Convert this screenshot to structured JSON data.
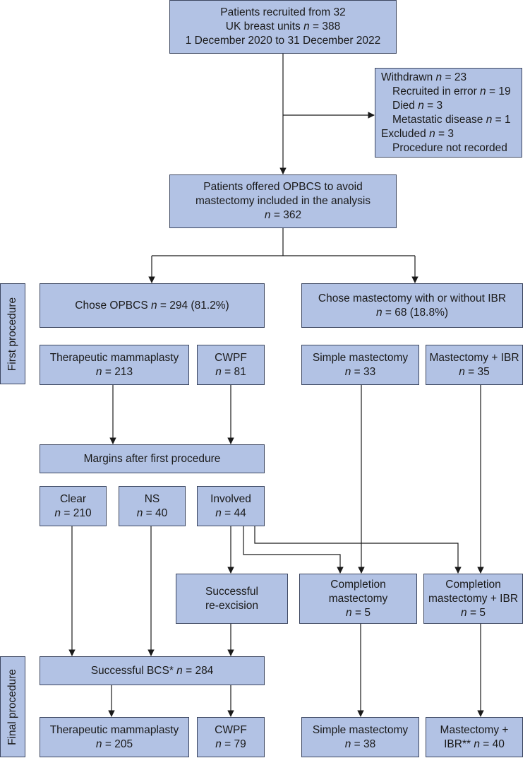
{
  "side_labels": {
    "first": "First procedure",
    "final": "Final procedure"
  },
  "recruited": {
    "line1": "Patients recruited from 32",
    "line2_pre": "UK breast units ",
    "n": "n",
    "line2_post": " = 388",
    "line3": "1 December 2020 to 31 December 2022"
  },
  "withdrawn": {
    "withdrawn_pre": "Withdrawn ",
    "withdrawn_post": " = 23",
    "error_pre": "Recruited in error ",
    "error_post": " = 19",
    "died_pre": "Died ",
    "died_post": " = 3",
    "meta_pre": "Metastatic disease ",
    "meta_post": " = 1",
    "excluded_pre": "Excluded ",
    "excluded_post": " = 3",
    "not_recorded": "Procedure not recorded"
  },
  "offered": {
    "line1": "Patients offered OPBCS to avoid",
    "line2": "mastectomy included in the analysis",
    "line3_post": " = 362"
  },
  "chose_opbcs": {
    "pre": "Chose OPBCS ",
    "post": " = 294 (81.2%)"
  },
  "chose_mastectomy": {
    "line1": "Chose mastectomy with or without IBR",
    "line2_post": " = 68 (18.8%)"
  },
  "therapeutic_first": {
    "line1": "Therapeutic mammaplasty",
    "line2_post": " = 213"
  },
  "cwpf_first": {
    "line1": "CWPF",
    "line2_post": " = 81"
  },
  "simple_first": {
    "line1": "Simple mastectomy",
    "line2_post": " = 33"
  },
  "ibr_first": {
    "line1": "Mastectomy + IBR",
    "line2_post": " = 35"
  },
  "margins": {
    "label": "Margins after first procedure"
  },
  "clear": {
    "line1": "Clear",
    "line2_post": " = 210"
  },
  "ns": {
    "line1": "NS",
    "line2_post": " = 40"
  },
  "involved": {
    "line1": "Involved",
    "line2_post": " = 44"
  },
  "reexcision": {
    "line1": "Successful",
    "line2": "re-excision"
  },
  "completion": {
    "line1": "Completion",
    "line2": "mastectomy",
    "line3_post": " = 5"
  },
  "completion_ibr": {
    "line1": "Completion",
    "line2": "mastectomy + IBR",
    "line3_post": " = 5"
  },
  "successful_bcs": {
    "pre": "Successful BCS* ",
    "post": " = 284"
  },
  "therapeutic_final": {
    "line1": "Therapeutic mammaplasty",
    "line2_post": " = 205"
  },
  "cwpf_final": {
    "line1": "CWPF",
    "line2_post": " = 79"
  },
  "simple_final": {
    "line1": "Simple mastectomy",
    "line2_post": " = 38"
  },
  "ibr_final": {
    "line1": "Mastectomy +",
    "line2": "IBR** ",
    "line2_post": " = 40"
  },
  "colors": {
    "box_fill": "#b2c2e4",
    "box_border": "#3c4660",
    "arrow": "#1a1a1a"
  }
}
